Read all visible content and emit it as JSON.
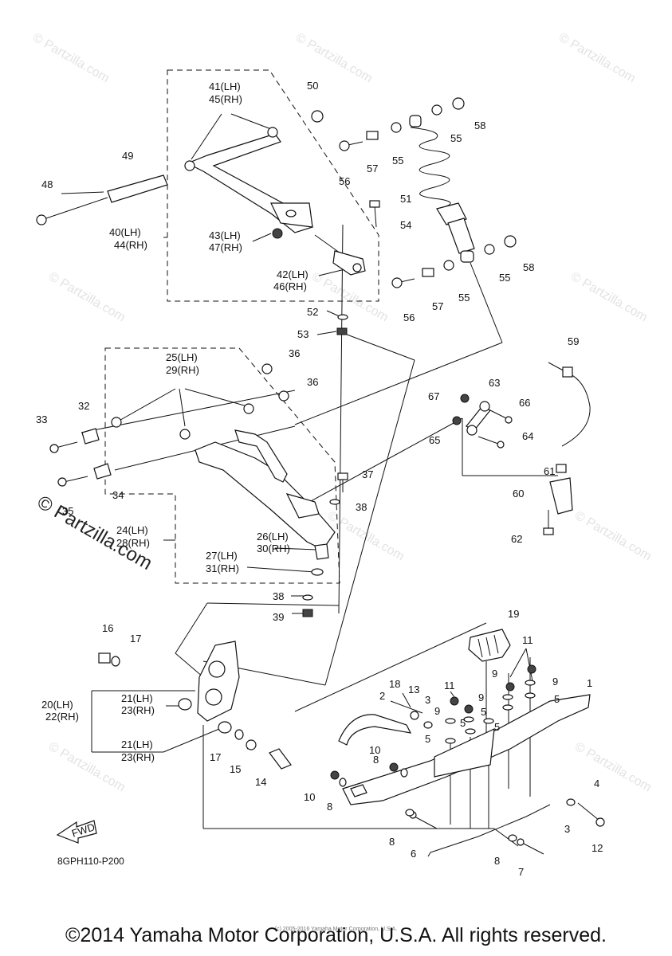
{
  "watermark": "© Partzilla.com",
  "part_labels": [
    "1",
    "2",
    "3",
    "4",
    "5",
    "6",
    "7",
    "8",
    "9",
    "10",
    "11",
    "12",
    "13",
    "14",
    "15",
    "16",
    "17",
    "18",
    "19",
    "20(LH)",
    "21(LH)",
    "22(RH)",
    "23(RH)",
    "24(LH)",
    "25(LH)",
    "26(LH)",
    "27(LH)",
    "28(RH)",
    "29(RH)",
    "30(RH)",
    "31(RH)",
    "32",
    "33",
    "34",
    "35",
    "36",
    "37",
    "38",
    "39",
    "40(LH)",
    "41(LH)",
    "42(LH)",
    "43(LH)",
    "44(RH)",
    "45(RH)",
    "46(RH)",
    "47(RH)",
    "48",
    "49",
    "50",
    "51",
    "52",
    "53",
    "54",
    "55",
    "56",
    "57",
    "58",
    "59",
    "60",
    "61",
    "62",
    "63",
    "64",
    "65",
    "66",
    "67"
  ],
  "fwd_label": "FWD",
  "diagram_code": "8GPH110-P200",
  "tiny_credit": "(c) 2005-2016 Yamaha Motor Corporation, U.S.A.",
  "copyright": "©2014 Yamaha Motor Corporation, U.S.A. All rights reserved."
}
